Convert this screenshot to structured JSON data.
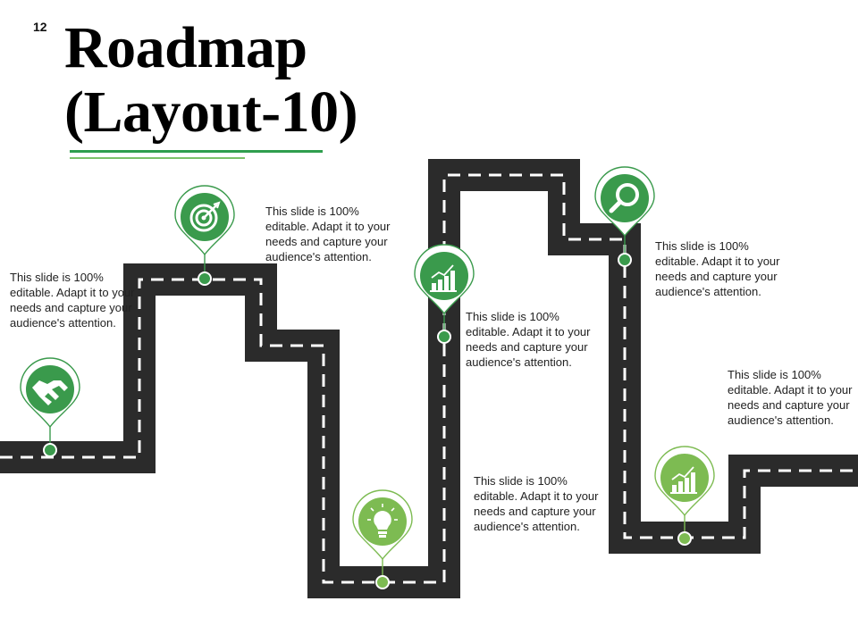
{
  "slide_number": "12",
  "title_line1": "Roadmap",
  "title_line2": "(Layout-10)",
  "colors": {
    "dark_green": "#3a9a4c",
    "light_green": "#7dbb52",
    "road": "#2b2b2b",
    "dash": "#ffffff"
  },
  "milestones": [
    {
      "icon": "handshake-icon",
      "color": "dark_green",
      "text": "This slide is 100% editable. Adapt it to your needs and capture your audience's attention."
    },
    {
      "icon": "target-icon",
      "color": "dark_green",
      "text": "This slide is 100% editable. Adapt it to your needs and capture your audience's attention."
    },
    {
      "icon": "lightbulb-icon",
      "color": "light_green",
      "text": "This slide is 100% editable. Adapt it to your needs and capture your audience's attention."
    },
    {
      "icon": "bar-chart-icon",
      "color": "dark_green",
      "text": "This slide is 100% editable. Adapt it to your needs and capture your audience's attention."
    },
    {
      "icon": "magnifier-icon",
      "color": "dark_green",
      "text": "This slide is 100% editable. Adapt it to your needs and capture your audience's attention."
    },
    {
      "icon": "bar-chart-icon",
      "color": "light_green",
      "text": "This slide is 100% editable. Adapt it to your needs and capture your audience's attention."
    }
  ]
}
